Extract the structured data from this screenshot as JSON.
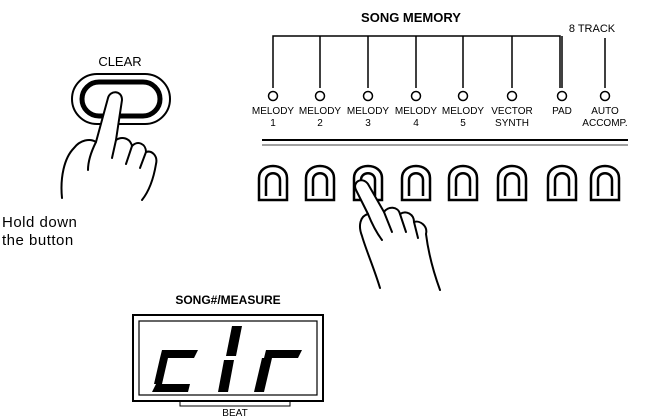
{
  "clear_button": {
    "label": "CLEAR"
  },
  "instruction": {
    "line1": "Hold down",
    "line2": "the button"
  },
  "song_memory": {
    "title": "SONG MEMORY",
    "track_label": "8 TRACK",
    "tracks": [
      {
        "line1": "MELODY",
        "line2": "1"
      },
      {
        "line1": "MELODY",
        "line2": "2"
      },
      {
        "line1": "MELODY",
        "line2": "3"
      },
      {
        "line1": "MELODY",
        "line2": "4"
      },
      {
        "line1": "MELODY",
        "line2": "5"
      },
      {
        "line1": "VECTOR",
        "line2": "SYNTH"
      },
      {
        "line1": "PAD",
        "line2": ""
      },
      {
        "line1": "AUTO",
        "line2": "ACCOMP."
      }
    ],
    "pressed_index": 2
  },
  "display": {
    "title": "SONG#/MEASURE",
    "readout": "clr",
    "beat_label": "BEAT"
  }
}
